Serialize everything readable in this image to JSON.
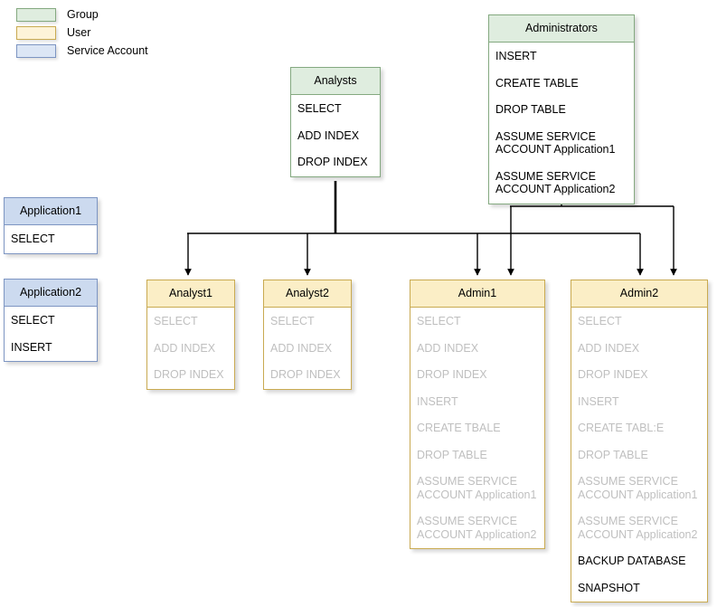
{
  "legend": {
    "items": [
      {
        "label": "Group",
        "color": "#dfeddf",
        "border": "#84a980",
        "icon": "legend-swatch-group"
      },
      {
        "label": "User",
        "color": "#fdf3d8",
        "border": "#c9aa51",
        "icon": "legend-swatch-user"
      },
      {
        "label": "Service Account",
        "color": "#dce6f5",
        "border": "#7d95c2",
        "icon": "legend-swatch-service-account"
      }
    ]
  },
  "nodes": {
    "analysts": {
      "title": "Analysts",
      "type": "Group",
      "permissions": [
        {
          "text": "SELECT",
          "inherited": false
        },
        {
          "text": "ADD INDEX",
          "inherited": false
        },
        {
          "text": "DROP INDEX",
          "inherited": false
        }
      ]
    },
    "administrators": {
      "title": "Administrators",
      "type": "Group",
      "permissions": [
        {
          "text": "INSERT",
          "inherited": false
        },
        {
          "text": "CREATE TABLE",
          "inherited": false
        },
        {
          "text": "DROP TABLE",
          "inherited": false
        },
        {
          "text": "ASSUME SERVICE\nACCOUNT Application1",
          "inherited": false
        },
        {
          "text": "ASSUME SERVICE\nACCOUNT Application2",
          "inherited": false
        }
      ]
    },
    "application1": {
      "title": "Application1",
      "type": "Service Account",
      "permissions": [
        {
          "text": "SELECT",
          "inherited": false
        }
      ]
    },
    "application2": {
      "title": "Application2",
      "type": "Service Account",
      "permissions": [
        {
          "text": "SELECT",
          "inherited": false
        },
        {
          "text": "INSERT",
          "inherited": false
        }
      ]
    },
    "analyst1": {
      "title": "Analyst1",
      "type": "User",
      "permissions": [
        {
          "text": "SELECT",
          "inherited": true
        },
        {
          "text": "ADD INDEX",
          "inherited": true
        },
        {
          "text": "DROP INDEX",
          "inherited": true
        }
      ]
    },
    "analyst2": {
      "title": "Analyst2",
      "type": "User",
      "permissions": [
        {
          "text": "SELECT",
          "inherited": true
        },
        {
          "text": "ADD INDEX",
          "inherited": true
        },
        {
          "text": "DROP INDEX",
          "inherited": true
        }
      ]
    },
    "admin1": {
      "title": "Admin1",
      "type": "User",
      "permissions": [
        {
          "text": "SELECT",
          "inherited": true
        },
        {
          "text": "ADD INDEX",
          "inherited": true
        },
        {
          "text": "DROP INDEX",
          "inherited": true
        },
        {
          "text": "INSERT",
          "inherited": true
        },
        {
          "text": "CREATE TBALE",
          "inherited": true
        },
        {
          "text": "DROP TABLE",
          "inherited": true
        },
        {
          "text": "ASSUME SERVICE\nACCOUNT Application1",
          "inherited": true
        },
        {
          "text": "ASSUME SERVICE\nACCOUNT Application2",
          "inherited": true
        }
      ]
    },
    "admin2": {
      "title": "Admin2",
      "type": "User",
      "permissions": [
        {
          "text": "SELECT",
          "inherited": true
        },
        {
          "text": "ADD INDEX",
          "inherited": true
        },
        {
          "text": "DROP INDEX",
          "inherited": true
        },
        {
          "text": "INSERT",
          "inherited": true
        },
        {
          "text": "CREATE TABL:E",
          "inherited": true
        },
        {
          "text": "DROP TABLE",
          "inherited": true
        },
        {
          "text": "ASSUME SERVICE\nACCOUNT Application1",
          "inherited": true
        },
        {
          "text": "ASSUME SERVICE\nACCOUNT Application2",
          "inherited": true
        },
        {
          "text": "BACKUP DATABASE",
          "inherited": false
        },
        {
          "text": "SNAPSHOT",
          "inherited": false
        }
      ]
    }
  },
  "edges": [
    {
      "from": "analysts",
      "to": "analyst1"
    },
    {
      "from": "analysts",
      "to": "analyst2"
    },
    {
      "from": "analysts",
      "to": "admin1"
    },
    {
      "from": "analysts",
      "to": "admin2"
    },
    {
      "from": "administrators",
      "to": "admin1"
    },
    {
      "from": "administrators",
      "to": "admin2"
    }
  ]
}
